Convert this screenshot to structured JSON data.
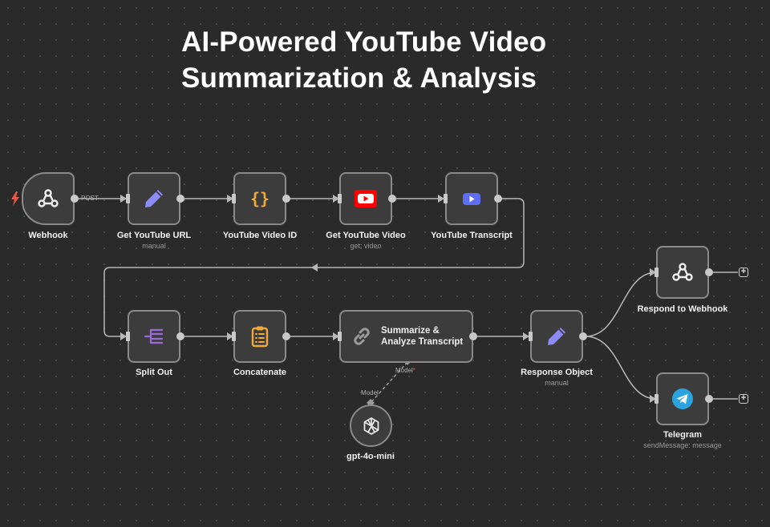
{
  "title": {
    "line1": "AI-Powered YouTube Video",
    "line2": "Summarization & Analysis"
  },
  "nodes": {
    "webhook": {
      "label": "Webhook",
      "icon": "webhook-icon"
    },
    "get_youtube_url": {
      "label": "Get YouTube URL",
      "sub": "manual",
      "icon": "pencil-icon"
    },
    "youtube_video_id": {
      "label": "YouTube Video ID",
      "icon": "curly-braces-icon"
    },
    "get_youtube_video": {
      "label": "Get YouTube Video",
      "sub": "get: video",
      "icon": "youtube-icon"
    },
    "youtube_transcript": {
      "label": "YouTube Transcript",
      "icon": "youtube-play-icon"
    },
    "split_out": {
      "label": "Split Out",
      "icon": "split-icon"
    },
    "concatenate": {
      "label": "Concatenate",
      "icon": "clipboard-icon"
    },
    "summarize": {
      "label": "Summarize &\nAnalyze Transcript",
      "icon": "chain-link-icon"
    },
    "response_object": {
      "label": "Response Object",
      "sub": "manual",
      "icon": "pencil-icon"
    },
    "respond_to_webhook": {
      "label": "Respond to Webhook",
      "icon": "webhook-icon"
    },
    "telegram": {
      "label": "Telegram",
      "sub": "sendMessage: message",
      "icon": "telegram-icon"
    },
    "gpt": {
      "label": "gpt-4o-mini",
      "icon": "openai-icon"
    }
  },
  "edge_labels": {
    "post": "POST",
    "model_out": "Model",
    "model_in": "Model"
  },
  "colors": {
    "background": "#2a2a2a",
    "node_fill": "#3c3c3c",
    "node_border": "#8a8a8a",
    "wire": "#b8b8b8",
    "pencil": "#8b8cf5",
    "braces": "#f2a93b",
    "youtube_red": "#ff0000",
    "transcript_blue": "#5b6ef5",
    "split_purple": "#9b6bd8",
    "clipboard_orange": "#f2a93b",
    "telegram_blue": "#2aa3e0",
    "trigger_red": "#e8574a",
    "required_red": "#e8574a"
  }
}
